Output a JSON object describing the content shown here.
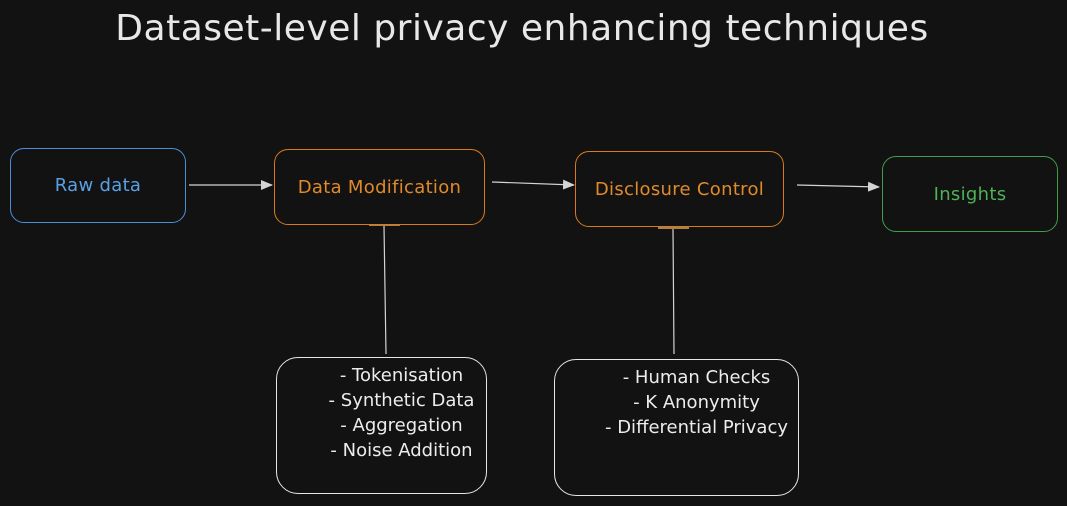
{
  "title": "Dataset-level privacy enhancing techniques",
  "colors": {
    "background": "#121212",
    "raw_data": "#4a90d9",
    "stage": "#d97b1c",
    "insights": "#3f9e48",
    "text": "#e8e8e8"
  },
  "nodes": {
    "raw_data": "Raw data",
    "data_modification": "Data Modification",
    "disclosure_control": "Disclosure Control",
    "insights": "Insights"
  },
  "data_modification_techniques": [
    "- Tokenisation",
    "- Synthetic Data",
    "- Aggregation",
    "- Noise Addition"
  ],
  "disclosure_control_techniques": [
    "- Human Checks",
    "- K Anonymity",
    "- Differential Privacy"
  ]
}
